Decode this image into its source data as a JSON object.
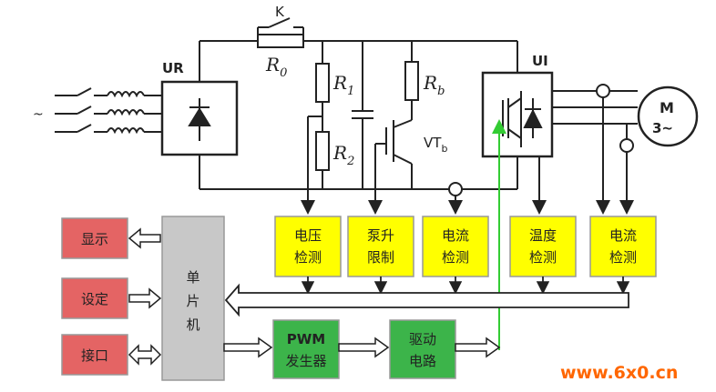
{
  "labels": {
    "k": "K",
    "r0": "R",
    "r0_sub": "0",
    "r1": "R",
    "r1_sub": "1",
    "r2": "R",
    "r2_sub": "2",
    "rb": "R",
    "rb_sub": "b",
    "vtb": "VT",
    "vtb_sub": "b",
    "ur": "UR",
    "ui": "UI",
    "motor_m": "M",
    "motor_phase": "3~",
    "source": "~"
  },
  "blocks": {
    "voltage_detect": [
      "电压",
      "检测"
    ],
    "pump_limit": [
      "泵升",
      "限制"
    ],
    "current_detect_1": [
      "电流",
      "检测"
    ],
    "temp_detect": [
      "温度",
      "检测"
    ],
    "current_detect_2": [
      "电流",
      "检测"
    ],
    "display": "显示",
    "setting": "设定",
    "interface": "接口",
    "mcu": [
      "单",
      "片",
      "机"
    ],
    "pwm": [
      "PWM",
      "发生器"
    ],
    "drive": [
      "驱动",
      "电路"
    ]
  },
  "watermark": "www.6x0.cn",
  "colors": {
    "yellow_block": "#ffff00",
    "red_block": "#e46464",
    "green_block": "#3cb44a",
    "gray_block": "#c8c8c8",
    "wire": "#222222",
    "green_wire": "#33cc33",
    "watermark": "#ff6600"
  }
}
